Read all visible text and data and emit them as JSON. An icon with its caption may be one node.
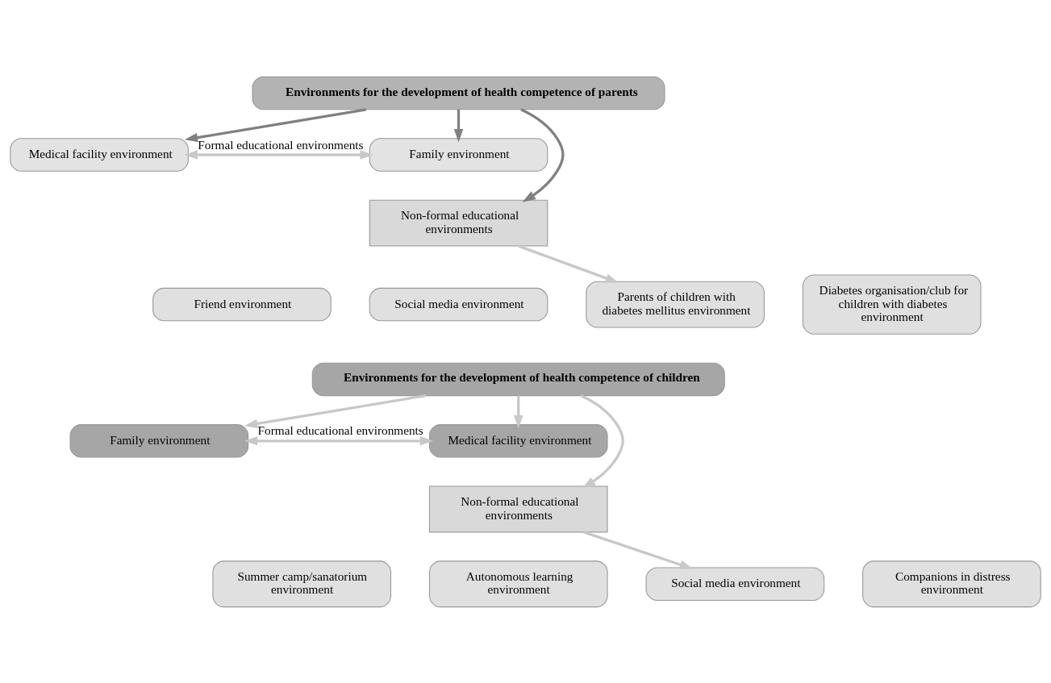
{
  "diagram": {
    "nodes": [
      {
        "text": [
          "Environments for the development of health competence of parents"
        ]
      },
      {
        "text": [
          "Medical facility environment"
        ]
      },
      {
        "text": [
          "Family environment"
        ]
      },
      {
        "text": [
          "Non-formal educational environments"
        ]
      },
      {
        "text": [
          "Friend environment"
        ]
      },
      {
        "text": [
          "Social media environment"
        ]
      },
      {
        "text": [
          "Parents of children with diabetes mellitus environment"
        ]
      },
      {
        "text": [
          "Diabetes organisation/club for children with diabetes environment"
        ]
      },
      {
        "text": [
          "Environments for the development of health competence of children"
        ]
      },
      {
        "text": [
          "Family environment"
        ]
      },
      {
        "text": [
          "Medical facility environment"
        ]
      },
      {
        "text": [
          "Non-formal educational environments"
        ]
      },
      {
        "text": [
          "Summer camp/sanatorium environment"
        ]
      },
      {
        "text": [
          "Autonomous learning environment"
        ]
      },
      {
        "text": [
          "Social media environment"
        ]
      },
      {
        "text": [
          "Companions in distress environment"
        ]
      }
    ],
    "edges": [
      {
        "from": 0,
        "to": 1,
        "arrow": "to",
        "color": "#808080"
      },
      {
        "from": 0,
        "to": 3,
        "arrow": "to",
        "color": "#808080"
      },
      {
        "from": 0,
        "to": 2,
        "arrow": "to",
        "color": "#808080"
      },
      {
        "from": 1,
        "to": 2,
        "arrow": "both",
        "label": "Formal educational environments"
      },
      {
        "from": 3,
        "to": 6,
        "arrow": "to"
      },
      {
        "from": 8,
        "to": 9,
        "arrow": "to"
      },
      {
        "from": 8,
        "to": 11,
        "arrow": "to"
      },
      {
        "from": 8,
        "to": 10,
        "arrow": "to"
      },
      {
        "from": 9,
        "to": 10,
        "arrow": "both",
        "label": "Formal educational environments"
      },
      {
        "from": 11,
        "to": 14,
        "arrow": "to"
      }
    ]
  }
}
